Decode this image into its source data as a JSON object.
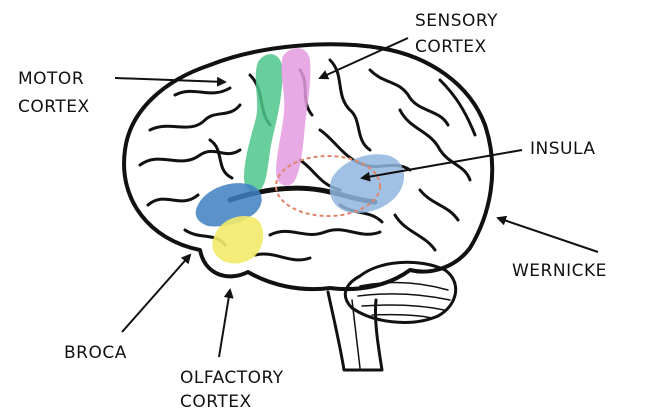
{
  "labels": {
    "motor": [
      "MOTOR",
      "CORTEX"
    ],
    "sensory": [
      "SENSORY",
      "CORTEX"
    ],
    "insula": "INSULA",
    "wernicke": "WERNICKE",
    "broca": "BROCA",
    "olfactory": [
      "OLFACTORY",
      "CORTEX"
    ]
  },
  "colors": {
    "motor_cortex": "#4ec58a",
    "sensory_cortex": "#e39be0",
    "broca_area": "#3f7fc1",
    "olfactory_area": "#f2ea6a",
    "insula_area": "#8fb6de",
    "insula_outline": "#e0866a",
    "outline": "#111111",
    "arrow": "#111111"
  }
}
